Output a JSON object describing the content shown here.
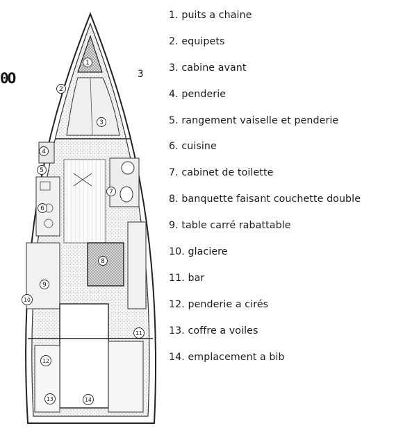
{
  "fragments": {
    "left": "0O",
    "right": "3"
  },
  "legend": [
    "1. puits a chaine",
    "2. equipets",
    "3. cabine avant",
    "4. penderie",
    "5. rangement vaiselle et penderie",
    "6. cuisine",
    "7. cabinet de toilette",
    "8. banquette faisant couchette double",
    "9. table carré rabattable",
    "10. glaciere",
    "11. bar",
    "12. penderie a cirés",
    "13. coffre a voiles",
    "14. emplacement a bib"
  ],
  "plan_markers": [
    {
      "id": "marker-1",
      "label": "1"
    },
    {
      "id": "marker-2",
      "label": "2"
    },
    {
      "id": "marker-3",
      "label": "3"
    },
    {
      "id": "marker-4",
      "label": "4"
    },
    {
      "id": "marker-5",
      "label": "5"
    },
    {
      "id": "marker-6",
      "label": "6"
    },
    {
      "id": "marker-7",
      "label": "7"
    },
    {
      "id": "marker-8",
      "label": "8"
    },
    {
      "id": "marker-9",
      "label": "9"
    },
    {
      "id": "marker-10",
      "label": "10"
    },
    {
      "id": "marker-11",
      "label": "11"
    },
    {
      "id": "marker-12",
      "label": "12"
    },
    {
      "id": "marker-13",
      "label": "13"
    },
    {
      "id": "marker-14",
      "label": "14"
    }
  ]
}
